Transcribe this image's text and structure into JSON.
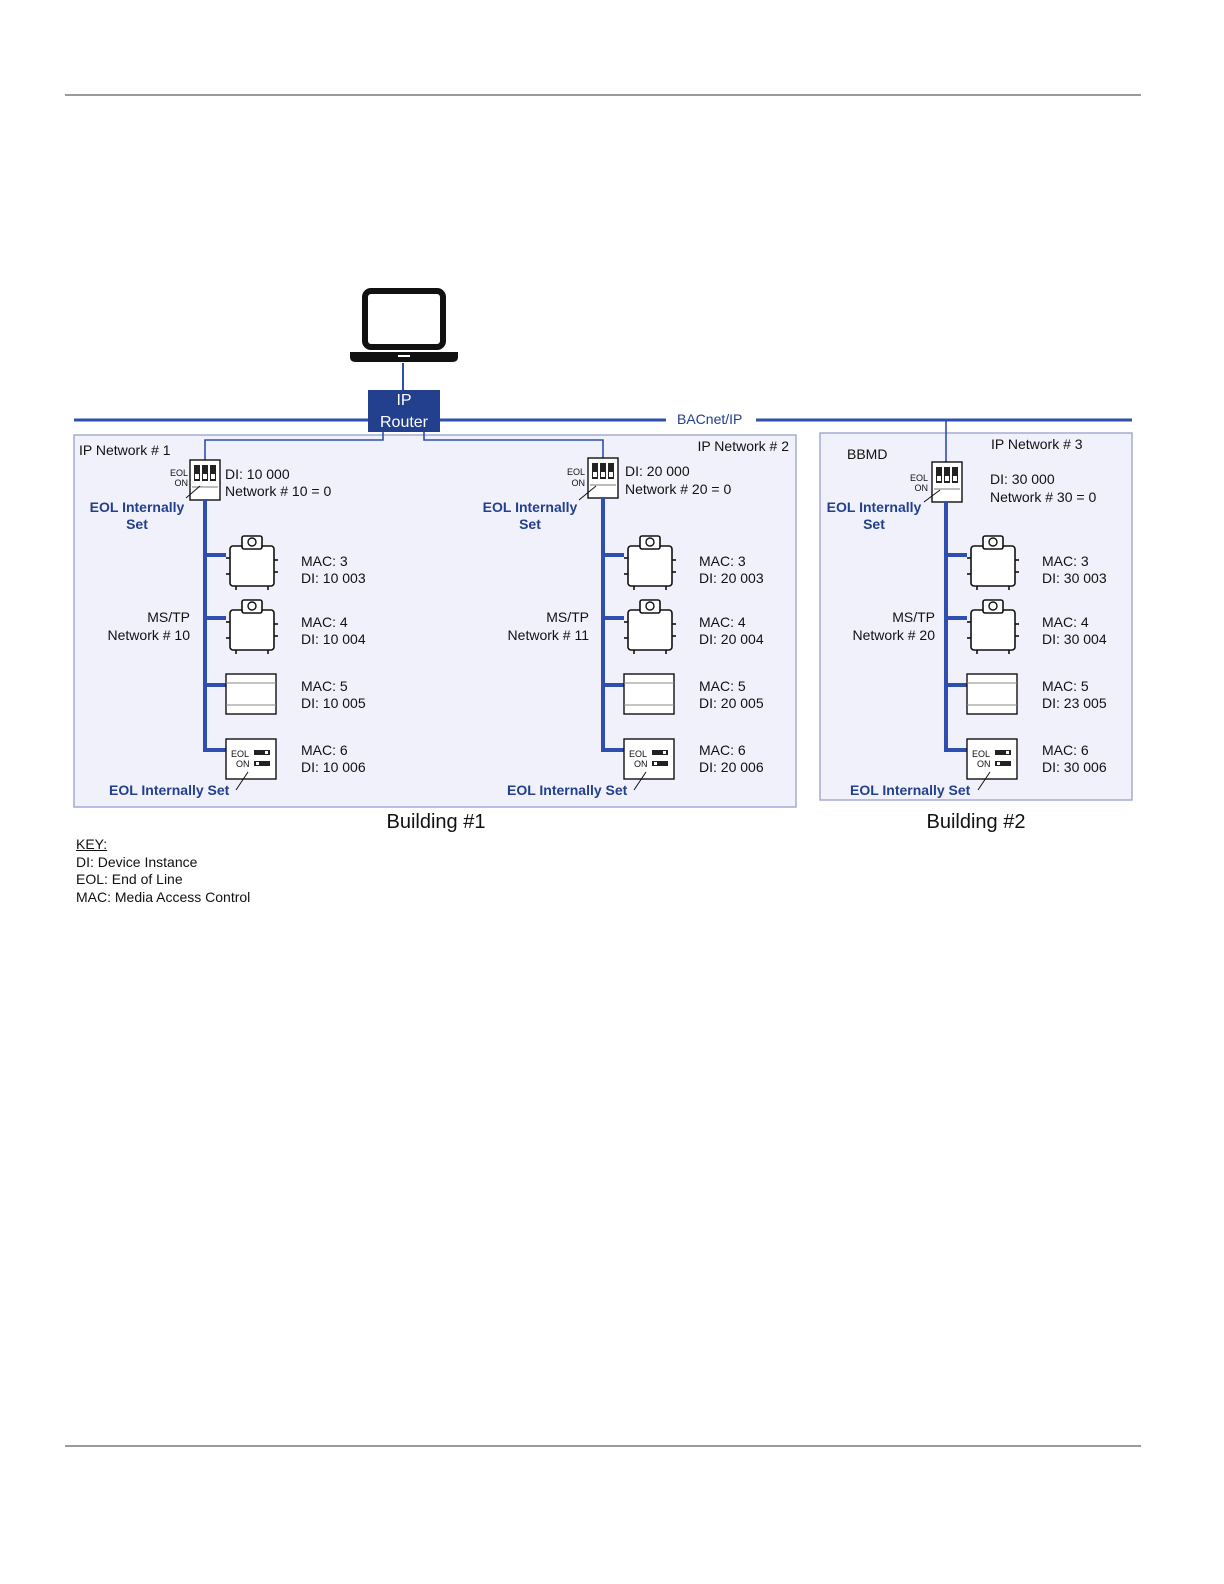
{
  "colors": {
    "accent": "#23408e",
    "building_fill": "#f1f1fb",
    "building_border": "#a6abd6",
    "bus": "#2f4fb0"
  },
  "network": {
    "router": {
      "line1": "IP",
      "line2": "Router"
    },
    "backbone_label": "BACnet/IP"
  },
  "buildings": [
    {
      "label": "Building #1",
      "ip_networks": [
        {
          "label": "IP Network # 1",
          "controller": {
            "di": "DI: 10 000",
            "network": "Network # 10 = 0",
            "eol_label": "EOL",
            "on_label": "ON"
          },
          "eol_note": {
            "line1": "EOL Internally",
            "line2": "Set"
          },
          "mstp": {
            "line1": "MS/TP",
            "line2": "Network # 10"
          },
          "devices": [
            {
              "mac": "MAC: 3",
              "di": "DI: 10 003"
            },
            {
              "mac": "MAC: 4",
              "di": "DI: 10 004"
            },
            {
              "mac": "MAC: 5",
              "di": "DI: 10 005"
            },
            {
              "mac": "MAC: 6",
              "di": "DI: 10 006"
            }
          ],
          "end_note": "EOL Internally Set"
        },
        {
          "label": "IP Network # 2",
          "controller": {
            "di": "DI: 20 000",
            "network": "Network # 20 = 0",
            "eol_label": "EOL",
            "on_label": "ON"
          },
          "eol_note": {
            "line1": "EOL Internally",
            "line2": "Set"
          },
          "mstp": {
            "line1": "MS/TP",
            "line2": "Network # 11"
          },
          "devices": [
            {
              "mac": "MAC: 3",
              "di": "DI: 20 003"
            },
            {
              "mac": "MAC: 4",
              "di": "DI: 20 004"
            },
            {
              "mac": "MAC: 5",
              "di": "DI: 20 005"
            },
            {
              "mac": "MAC: 6",
              "di": "DI: 20 006"
            }
          ],
          "end_note": "EOL Internally Set"
        }
      ]
    },
    {
      "label": "Building #2",
      "bbmd_label": "BBMD",
      "ip_networks": [
        {
          "label": "IP Network # 3",
          "controller": {
            "di": "DI: 30 000",
            "network": "Network # 30 = 0",
            "eol_label": "EOL",
            "on_label": "ON"
          },
          "eol_note": {
            "line1": "EOL Internally",
            "line2": "Set"
          },
          "mstp": {
            "line1": "MS/TP",
            "line2": "Network # 20"
          },
          "devices": [
            {
              "mac": "MAC: 3",
              "di": "DI: 30 003"
            },
            {
              "mac": "MAC: 4",
              "di": "DI: 30 004"
            },
            {
              "mac": "MAC: 5",
              "di": "DI: 23 005"
            },
            {
              "mac": "MAC: 6",
              "di": "DI: 30 006"
            }
          ],
          "end_note": "EOL Internally Set"
        }
      ]
    }
  ],
  "key": {
    "title": "KEY:",
    "items": [
      "DI: Device Instance",
      "EOL: End of Line",
      "MAC: Media Access Control"
    ]
  }
}
